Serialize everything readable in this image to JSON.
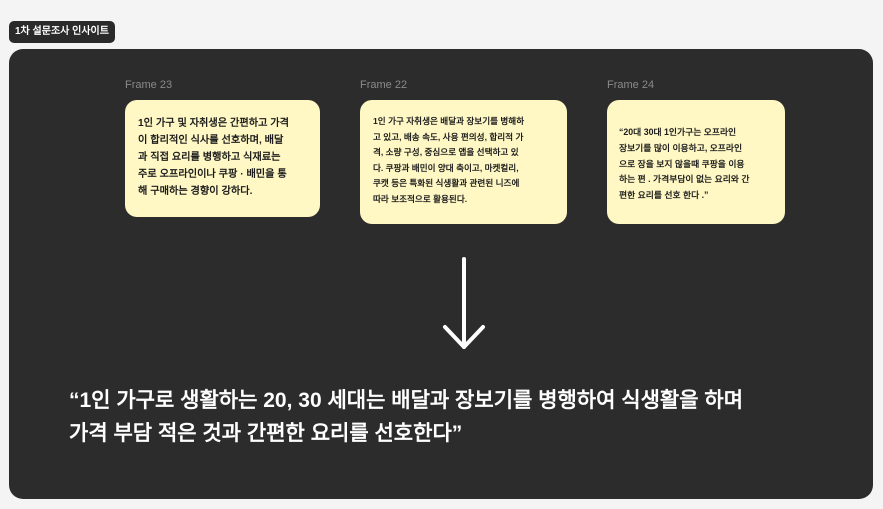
{
  "section_tag": "1차 설문조사 인사이트",
  "frames": [
    {
      "label": "Frame 23",
      "lines": [
        "1인 가구 및 자취생은 간편하고 가격",
        "이 합리적인 식사를 선호하며, 배달",
        "과 직접 요리를 병행하고 식재료는",
        "주로 오프라인이나 쿠팡 · 배민을 통",
        "해 구매하는 경향이 강하다."
      ]
    },
    {
      "label": "Frame 22",
      "lines": [
        "1인 가구 자취생은 배달과 장보기를  병해하",
        "고 있고, 배송 속도, 사용 편의성, 합리적 가",
        "격, 소량 구성, 중심으로 앱을 선택하고 있",
        "다. 쿠팡과 배민이 양대 축이고, 마켓컬리,",
        "쿠캣 등은 특화된 식생활과 관련된 니즈에",
        "따라 보조적으로 활용된다."
      ]
    },
    {
      "label": "Frame 24",
      "lines": [
        "“20대 30대 1인가구는 오프라인",
        "장보기를 많이 이용하고, 오프라인",
        "으로 장을 보지 않을때 쿠팡을 이용",
        "하는 편 . 가격부담이 없는 요리와 간",
        "편한 요리를 선호 한다 .”"
      ]
    }
  ],
  "arrow_icon": "arrow-down",
  "conclusion": {
    "line1": "“1인 가구로 생활하는 20, 30 세대는 배달과 장보기를 병행하여 식생활을 하며",
    "line2": "가격 부담 적은 것과 간편한 요리를 선호한다”"
  },
  "colors": {
    "board": "#2c2c2c",
    "sticky": "#fff8c5",
    "frame_label": "#8a8a8a",
    "text_light": "#ffffff",
    "page_background": "#f4f4f4"
  }
}
